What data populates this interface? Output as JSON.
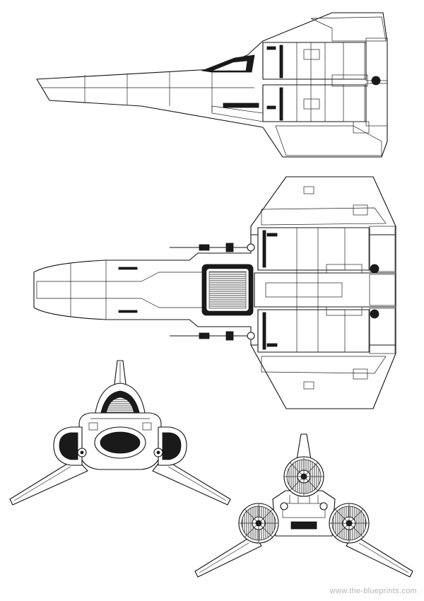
{
  "drawing": {
    "watermark": "www.the-blueprints.com",
    "views": [
      "side-view",
      "top-view",
      "front-view",
      "rear-view"
    ]
  },
  "colors": {
    "line": "#111111",
    "paper": "#ffffff",
    "watermark": "#b4b4b4"
  }
}
